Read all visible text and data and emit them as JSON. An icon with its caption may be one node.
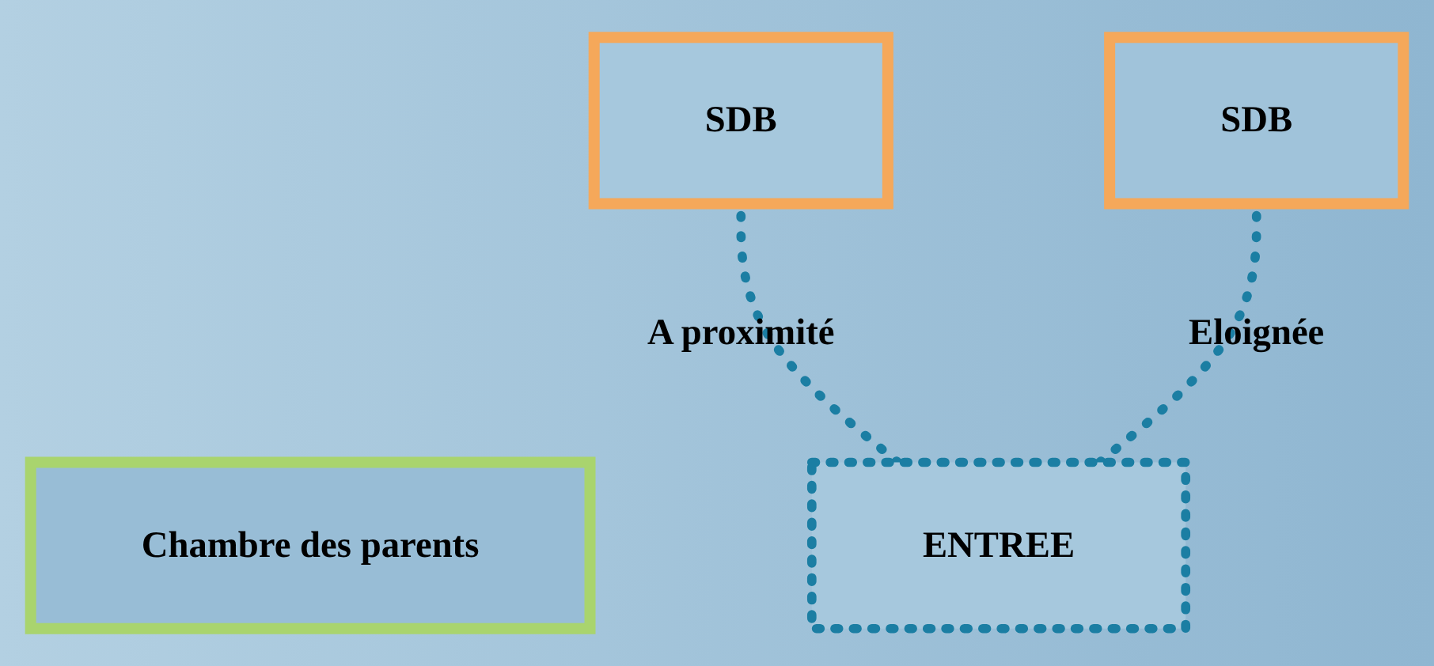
{
  "diagram": {
    "nodes": [
      {
        "text": [
          "SDB"
        ]
      },
      {
        "text": [
          "SDB"
        ]
      },
      {
        "text": [
          "Chambre des parents"
        ]
      },
      {
        "text": [
          "ENTREE"
        ]
      }
    ],
    "edges": [
      {
        "from": 3,
        "to": 0,
        "arrow": "none",
        "style": "dashed",
        "label": "A proximité"
      },
      {
        "from": 3,
        "to": 1,
        "arrow": "none",
        "style": "dashed",
        "label": "Eloignée"
      }
    ]
  }
}
